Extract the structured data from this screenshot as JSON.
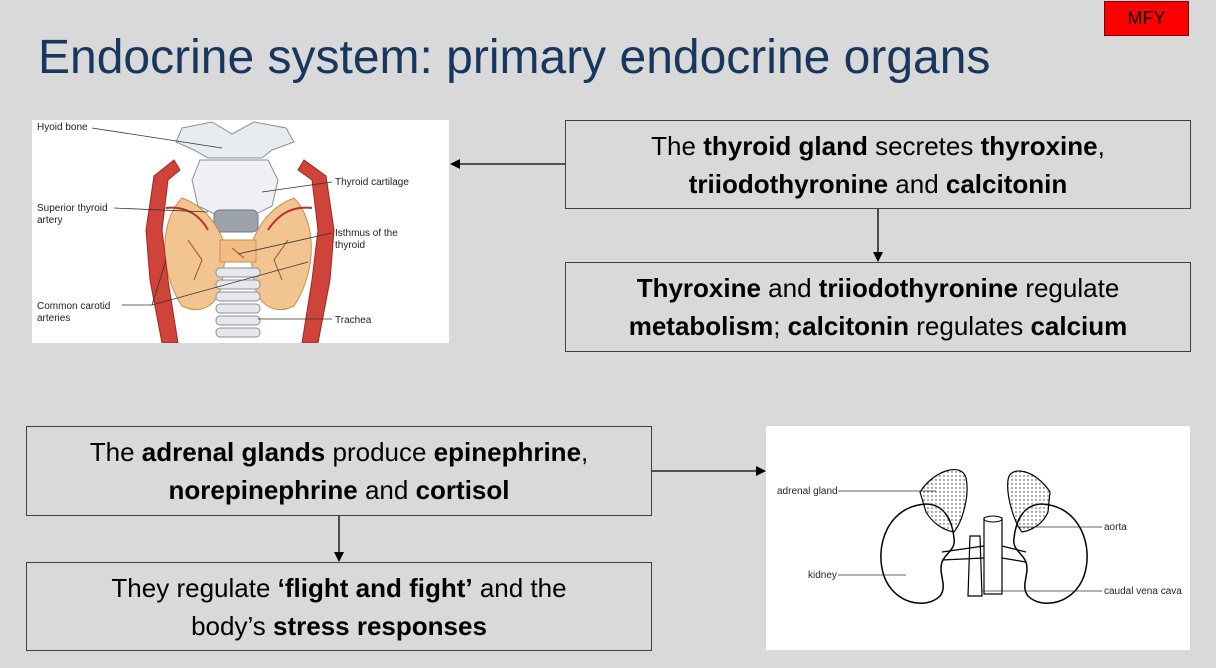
{
  "badge": "MFY",
  "title": "Endocrine system: primary endocrine organs",
  "thyroid_box": {
    "t1": "The ",
    "b1": "thyroid gland",
    "t2": " secretes ",
    "b2": "thyroxine",
    "t3": ",",
    "b3": "triiodothyronine",
    "t4": " and ",
    "b4": "calcitonin"
  },
  "thyroid_function_box": {
    "b1": "Thyroxine",
    "t1": " and ",
    "b2": "triiodothyronine",
    "t2": " regulate",
    "b3": "metabolism",
    "t3": "; ",
    "b4": "calcitonin",
    "t4": " regulates ",
    "b5": "calcium"
  },
  "adrenal_box": {
    "t1": "The ",
    "b1": "adrenal glands",
    "t2": " produce ",
    "b2": "epinephrine",
    "t3": ",",
    "b3": "norepinephrine",
    "t4": " and ",
    "b4": "cortisol"
  },
  "adrenal_function_box": {
    "t1": "They regulate ",
    "b1": "‘flight and fight’",
    "t2": " and the",
    "t3": "body’s ",
    "b2": "stress responses"
  },
  "thyroid_figure": {
    "labels": {
      "hyoid": "Hyoid bone",
      "cartilage": "Thyroid cartilage",
      "superior_1": "Superior thyroid",
      "superior_2": "artery",
      "isthmus_1": "Isthmus of the",
      "isthmus_2": "thyroid",
      "carotid_1": "Common carotid",
      "carotid_2": "arteries",
      "trachea": "Trachea"
    }
  },
  "adrenal_figure": {
    "labels": {
      "adrenal": "adrenal gland",
      "aorta": "aorta",
      "kidney": "kidney",
      "vena": "caudal vena cava"
    }
  }
}
